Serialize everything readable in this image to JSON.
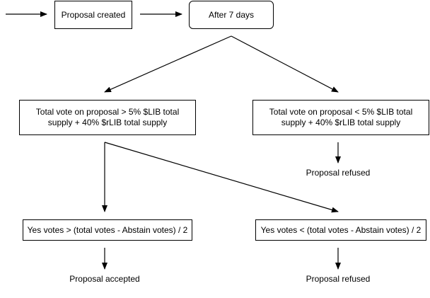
{
  "nodes": {
    "proposal_created": "Proposal created",
    "after_7_days": "After 7 days",
    "quorum_met": "Total vote on proposal > 5% $LIB total supply + 40% $rLIB total supply",
    "quorum_not_met": "Total vote on proposal < 5% $LIB total supply + 40% $rLIB total supply",
    "majority_yes": "Yes votes > (total votes - Abstain votes) / 2",
    "majority_no": "Yes votes < (total votes - Abstain votes) / 2"
  },
  "outcomes": {
    "refused_quorum": "Proposal refused",
    "accepted": "Proposal accepted",
    "refused_majority": "Proposal refused"
  },
  "colors": {
    "stroke": "#000000",
    "fill": "#ffffff"
  }
}
